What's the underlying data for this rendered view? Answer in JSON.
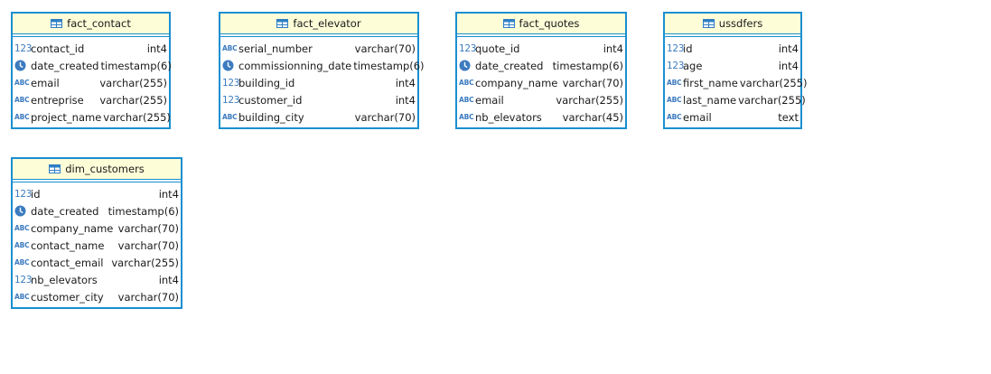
{
  "entities": [
    {
      "name": "fact_contact",
      "columns": [
        {
          "icon": "numeric",
          "name": "contact_id",
          "type": "int4"
        },
        {
          "icon": "datetime",
          "name": "date_created",
          "type": "timestamp(6)"
        },
        {
          "icon": "text",
          "name": "email",
          "type": "varchar(255)"
        },
        {
          "icon": "text",
          "name": "entreprise",
          "type": "varchar(255)"
        },
        {
          "icon": "text",
          "name": "project_name",
          "type": "varchar(255)"
        }
      ]
    },
    {
      "name": "fact_elevator",
      "columns": [
        {
          "icon": "text",
          "name": "serial_number",
          "type": "varchar(70)"
        },
        {
          "icon": "datetime",
          "name": "commissionning_date",
          "type": "timestamp(6)"
        },
        {
          "icon": "numeric",
          "name": "building_id",
          "type": "int4"
        },
        {
          "icon": "numeric",
          "name": "customer_id",
          "type": "int4"
        },
        {
          "icon": "text",
          "name": "building_city",
          "type": "varchar(70)"
        }
      ]
    },
    {
      "name": "fact_quotes",
      "columns": [
        {
          "icon": "numeric",
          "name": "quote_id",
          "type": "int4"
        },
        {
          "icon": "datetime",
          "name": "date_created",
          "type": "timestamp(6)"
        },
        {
          "icon": "text",
          "name": "company_name",
          "type": "varchar(70)"
        },
        {
          "icon": "text",
          "name": "email",
          "type": "varchar(255)"
        },
        {
          "icon": "text",
          "name": "nb_elevators",
          "type": "varchar(45)"
        }
      ]
    },
    {
      "name": "ussdfers",
      "columns": [
        {
          "icon": "numeric",
          "name": "id",
          "type": "int4"
        },
        {
          "icon": "numeric",
          "name": "age",
          "type": "int4"
        },
        {
          "icon": "text",
          "name": "first_name",
          "type": "varchar(255)"
        },
        {
          "icon": "text",
          "name": "last_name",
          "type": "varchar(255)"
        },
        {
          "icon": "text",
          "name": "email",
          "type": "text"
        }
      ]
    },
    {
      "name": "dim_customers",
      "columns": [
        {
          "icon": "numeric",
          "name": "id",
          "type": "int4"
        },
        {
          "icon": "datetime",
          "name": "date_created",
          "type": "timestamp(6)"
        },
        {
          "icon": "text",
          "name": "company_name",
          "type": "varchar(70)"
        },
        {
          "icon": "text",
          "name": "contact_name",
          "type": "varchar(70)"
        },
        {
          "icon": "text",
          "name": "contact_email",
          "type": "varchar(255)"
        },
        {
          "icon": "numeric",
          "name": "nb_elevators",
          "type": "int4"
        },
        {
          "icon": "text",
          "name": "customer_city",
          "type": "varchar(70)"
        }
      ]
    }
  ],
  "icon_labels": {
    "numeric": "123",
    "text": "ABC"
  },
  "colors": {
    "border": "#1a8fd0",
    "header_bg": "#fdfdd8",
    "icon": "#3c7bbf"
  }
}
